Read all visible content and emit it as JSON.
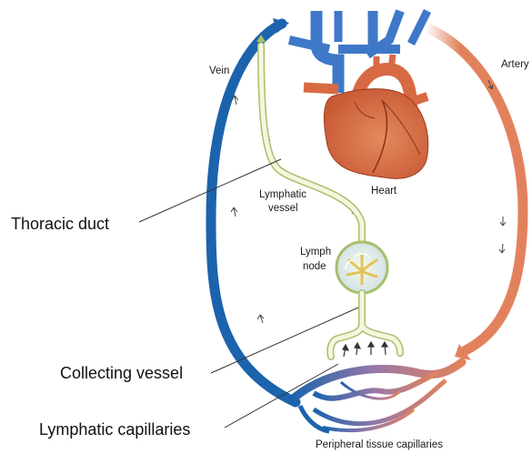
{
  "labels": {
    "vein": "Vein",
    "artery": "Artery",
    "heart": "Heart",
    "lymphatic_vessel_line1": "Lymphatic",
    "lymphatic_vessel_line2": "vessel",
    "lymph_node_line1": "Lymph",
    "lymph_node_line2": "node",
    "peripheral_capillaries": "Peripheral tissue capillaries"
  },
  "callouts": {
    "thoracic_duct": "Thoracic duct",
    "collecting_vessel": "Collecting vessel",
    "lymphatic_capillaries": "Lymphatic capillaries"
  },
  "colors": {
    "vein_blue": "#1b63ad",
    "artery_orange": "#e2825c",
    "heart_red": "#d86a43",
    "lymph_fill": "#eef4d6",
    "lymph_stroke": "#a9bf6a",
    "node_fill": "#dceaf0"
  }
}
